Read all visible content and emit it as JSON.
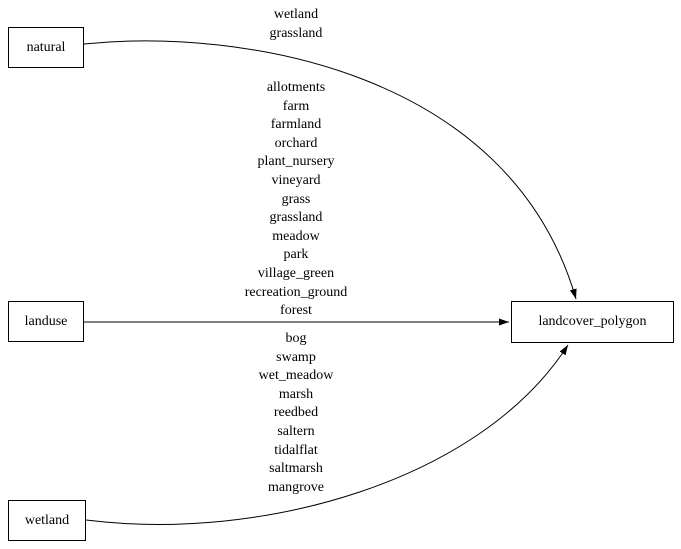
{
  "diagram": {
    "type": "directed-graph",
    "colors": {
      "background": "#ffffff",
      "stroke": "#000000",
      "text": "#000000"
    },
    "nodes": [
      {
        "id": "natural",
        "label": "natural"
      },
      {
        "id": "landuse",
        "label": "landuse"
      },
      {
        "id": "wetland",
        "label": "wetland"
      },
      {
        "id": "landcover_polygon",
        "label": "landcover_polygon"
      }
    ],
    "edges": [
      {
        "from": "natural",
        "to": "landcover_polygon",
        "labels": [
          "wetland",
          "grassland"
        ]
      },
      {
        "from": "landuse",
        "to": "landcover_polygon",
        "labels": [
          "allotments",
          "farm",
          "farmland",
          "orchard",
          "plant_nursery",
          "vineyard",
          "grass",
          "grassland",
          "meadow",
          "park",
          "village_green",
          "recreation_ground",
          "forest",
          "bog",
          "swamp",
          "wet_meadow",
          "marsh",
          "reedbed",
          "saltern",
          "tidalflat",
          "saltmarsh",
          "mangrove"
        ]
      },
      {
        "from": "wetland",
        "to": "landcover_polygon",
        "labels": []
      }
    ]
  }
}
